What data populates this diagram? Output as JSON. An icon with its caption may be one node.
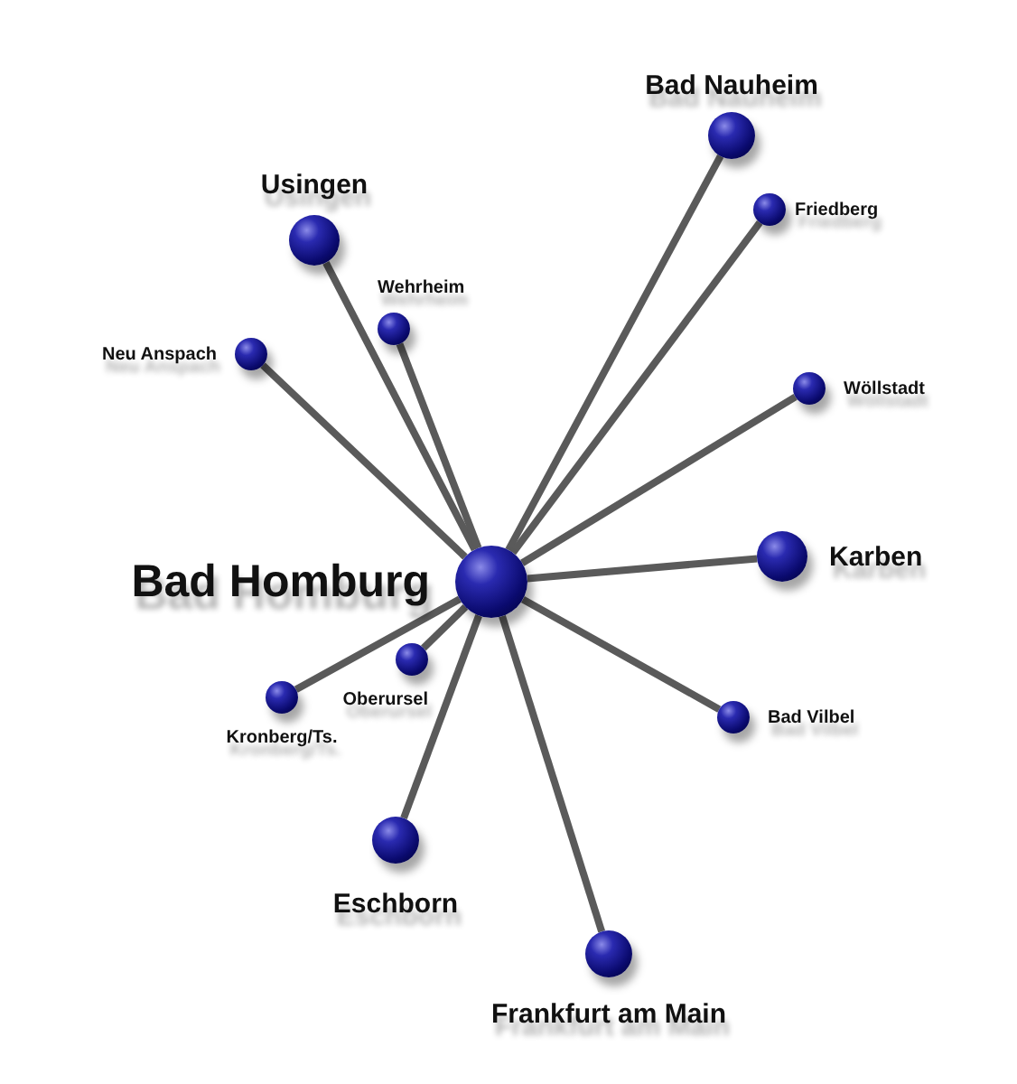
{
  "diagram": {
    "nodes": [
      {
        "text": [
          "Bad Nauheim"
        ]
      },
      {
        "text": [
          "Usingen"
        ]
      },
      {
        "text": [
          "Friedberg"
        ]
      },
      {
        "text": [
          "Wehrheim"
        ]
      },
      {
        "text": [
          "Neu Anspach"
        ]
      },
      {
        "text": [
          "Wöllstadt"
        ]
      },
      {
        "text": [
          "Bad Homburg"
        ]
      },
      {
        "text": [
          "Karben"
        ]
      },
      {
        "text": [
          "Oberursel"
        ]
      },
      {
        "text": [
          "Kronberg/Ts."
        ]
      },
      {
        "text": [
          "Bad Vilbel"
        ]
      },
      {
        "text": [
          "Eschborn"
        ]
      },
      {
        "text": [
          "Frankfurt am Main"
        ]
      }
    ],
    "edges": [
      {
        "from": 6,
        "to": 0,
        "arrow": "none"
      },
      {
        "from": 6,
        "to": 1,
        "arrow": "none"
      },
      {
        "from": 6,
        "to": 2,
        "arrow": "none"
      },
      {
        "from": 6,
        "to": 3,
        "arrow": "none"
      },
      {
        "from": 6,
        "to": 4,
        "arrow": "none"
      },
      {
        "from": 6,
        "to": 5,
        "arrow": "none"
      },
      {
        "from": 6,
        "to": 7,
        "arrow": "none"
      },
      {
        "from": 6,
        "to": 8,
        "arrow": "none"
      },
      {
        "from": 6,
        "to": 9,
        "arrow": "none"
      },
      {
        "from": 6,
        "to": 10,
        "arrow": "none"
      },
      {
        "from": 6,
        "to": 11,
        "arrow": "none"
      },
      {
        "from": 6,
        "to": 12,
        "arrow": "none"
      }
    ]
  }
}
